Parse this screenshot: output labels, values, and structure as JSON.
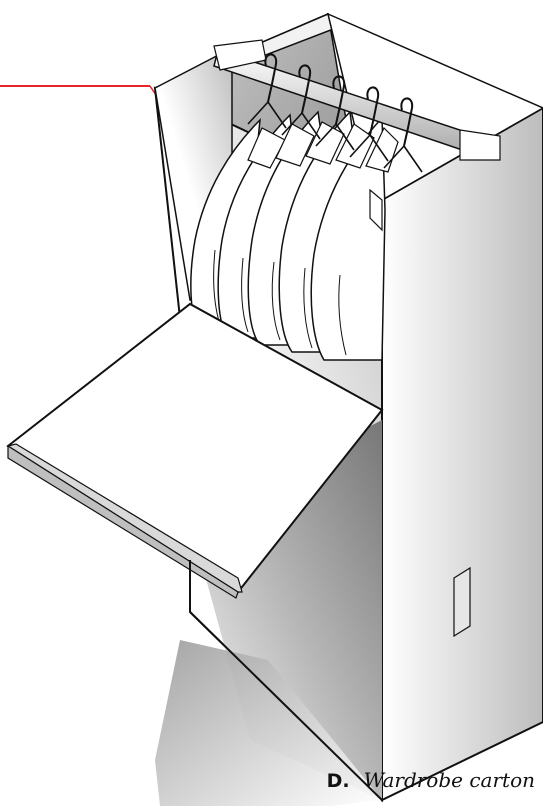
{
  "caption": {
    "letter": "D.",
    "title": "Wardrobe carton"
  },
  "colors": {
    "pointer_line": "#e8232a",
    "outline": "#111111",
    "panel_light": "#ffffff",
    "panel_shadow": "#9a9a9a"
  },
  "icons": {
    "main": "wardrobe-carton-illustration",
    "hanger": "clothes-hanger-icon"
  },
  "hanger_count": 5
}
